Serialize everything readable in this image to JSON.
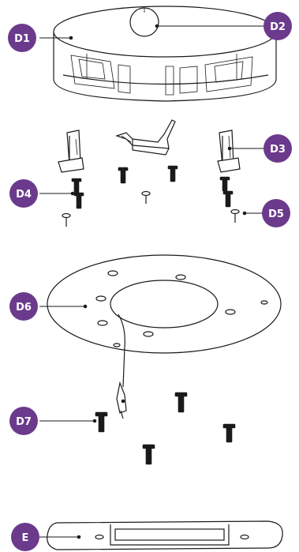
{
  "colors": {
    "badge": "#6b3a8c",
    "line": "#1a1a1a",
    "background": "#ffffff"
  },
  "labels": {
    "d1": "D1",
    "d2": "D2",
    "d3": "D3",
    "d4": "D4",
    "d5": "D5",
    "d6": "D6",
    "d7": "D7",
    "e": "E"
  }
}
